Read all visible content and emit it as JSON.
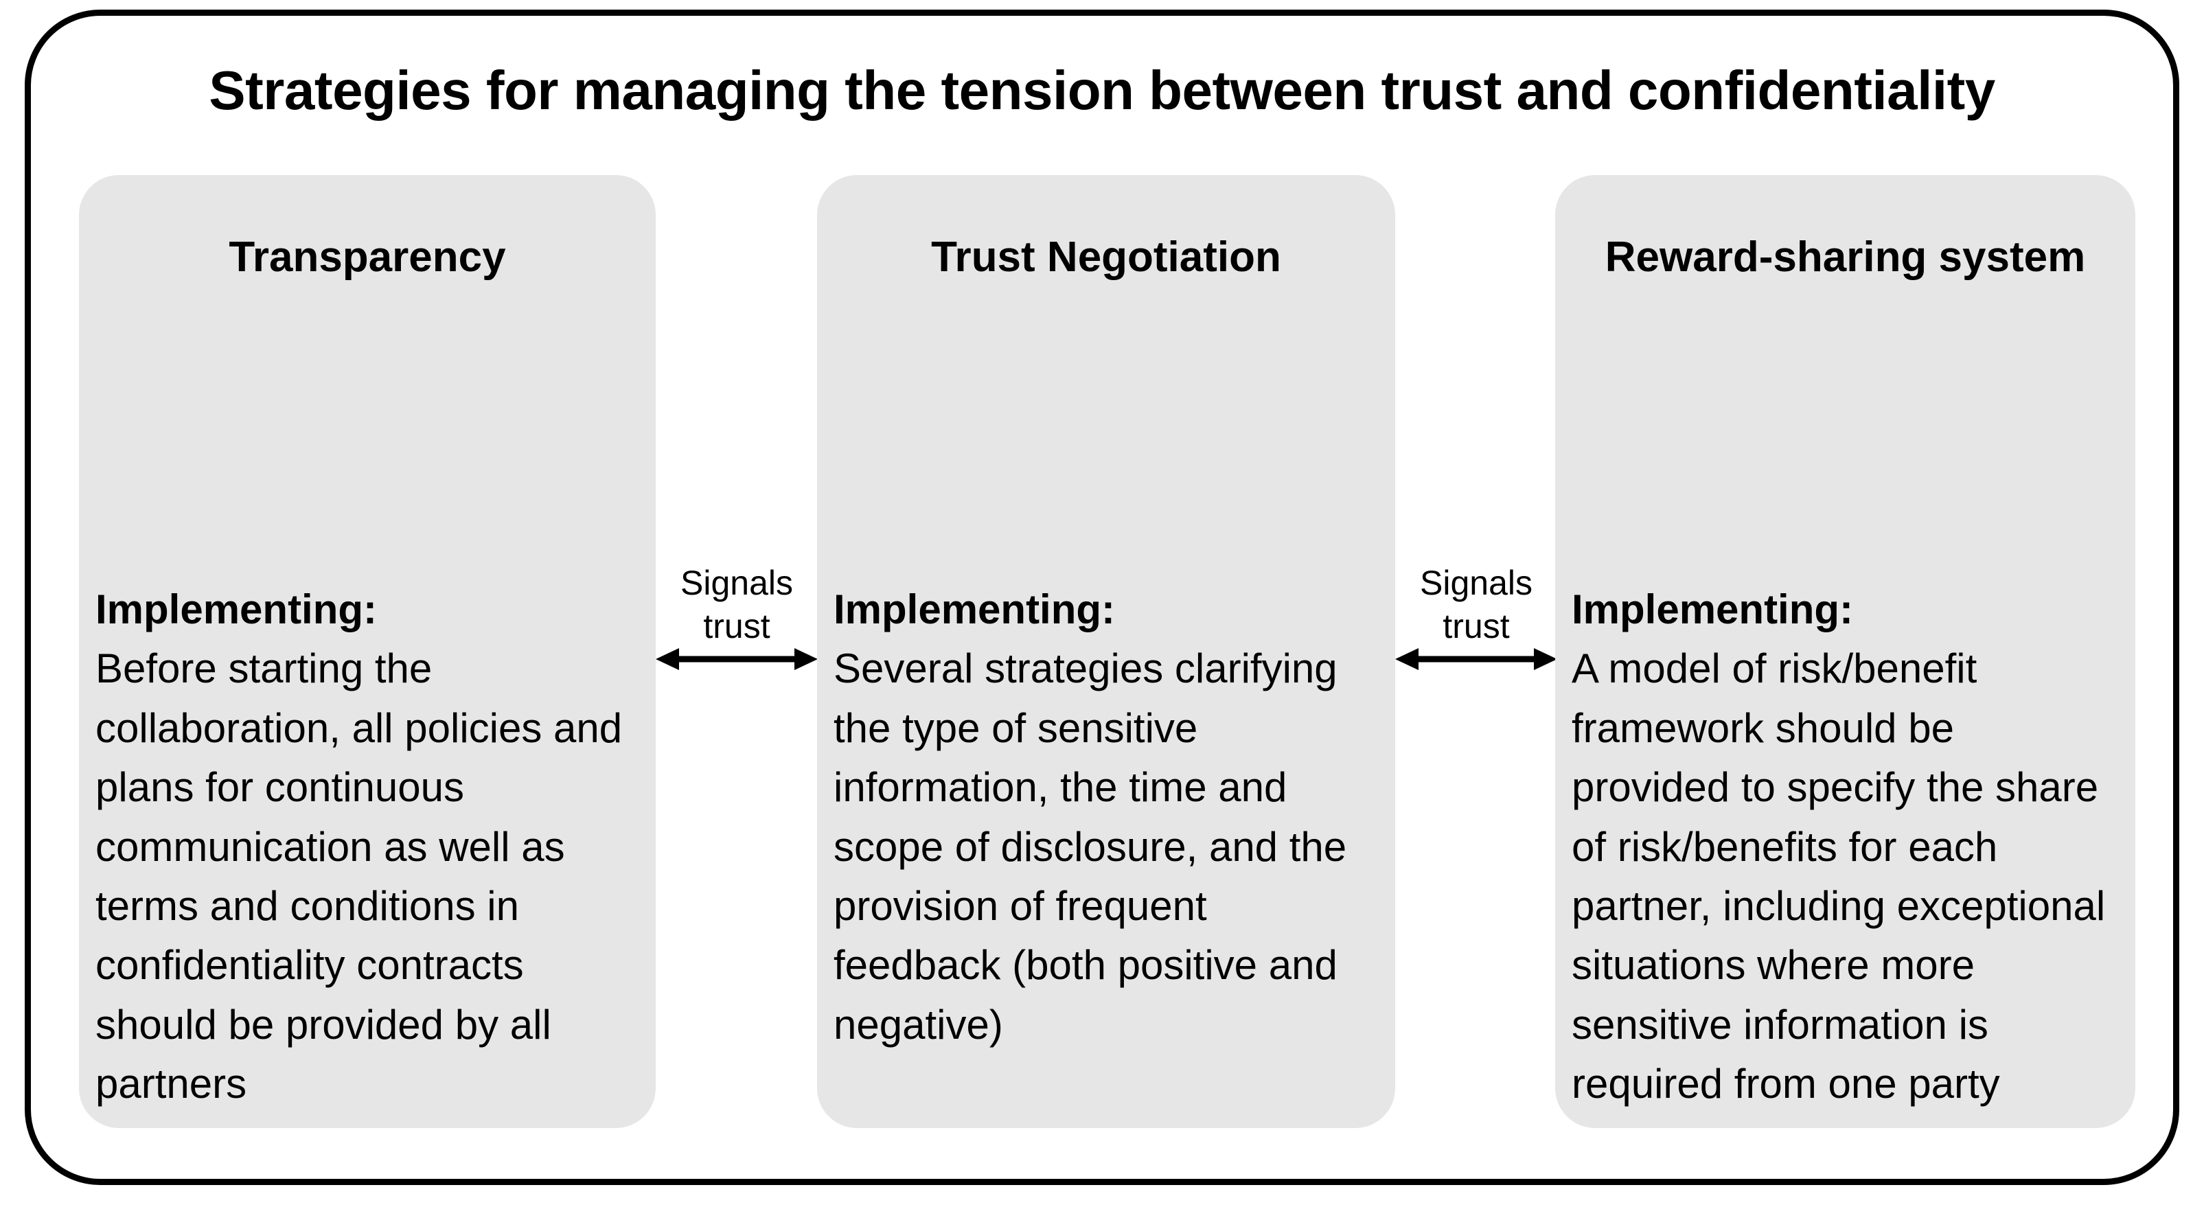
{
  "diagram": {
    "title": "Strategies for managing the tension between trust and confidentiality",
    "implementing_label": "Implementing:",
    "cards": [
      {
        "id": "transparency",
        "title": "Transparency",
        "implementing_label": "Implementing:",
        "body": "Before starting the collaboration, all policies and plans for continuous communication as well as terms and conditions in confidentiality contracts should be provided by all partners"
      },
      {
        "id": "trust-negotiation",
        "title": "Trust Negotiation",
        "implementing_label": "Implementing:",
        "body": "Several strategies clarifying the type of sensitive information, the time and scope of disclosure, and the provision of frequent feedback (both positive and negative)"
      },
      {
        "id": "reward-sharing-system",
        "title": "Reward-sharing system",
        "implementing_label": "Implementing:",
        "body": "A model of risk/benefit framework should be provided to specify the share of risk/benefits for each partner, including exceptional situations where more sensitive information is required from one party"
      }
    ],
    "connectors": [
      {
        "id": "connector-transparency-to-trust-negotiation",
        "label": "Signals trust",
        "direction": "bidirectional"
      },
      {
        "id": "connector-trust-negotiation-to-reward-sharing",
        "label": "Signals trust",
        "direction": "bidirectional"
      }
    ],
    "colors": {
      "card_background": "#e6e6e6",
      "frame_border": "#000000",
      "text": "#000000",
      "page_background": "#ffffff"
    }
  }
}
